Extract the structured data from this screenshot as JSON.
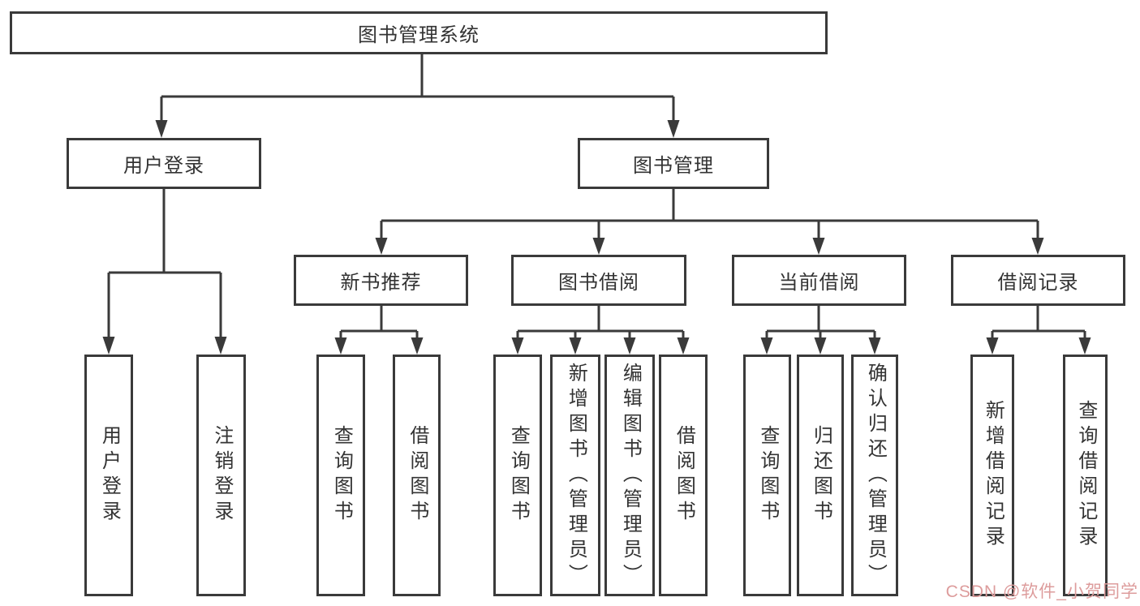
{
  "tree": {
    "root": {
      "label": "图书管理系统",
      "children": [
        {
          "label": "用户登录",
          "children": [
            {
              "label": "用户登录"
            },
            {
              "label": "注销登录"
            }
          ]
        },
        {
          "label": "图书管理",
          "children": [
            {
              "label": "新书推荐",
              "children": [
                {
                  "label": "查询图书"
                },
                {
                  "label": "借阅图书"
                }
              ]
            },
            {
              "label": "图书借阅",
              "children": [
                {
                  "label": "查询图书"
                },
                {
                  "label": "新增图书（管理员）"
                },
                {
                  "label": "编辑图书（管理员）"
                },
                {
                  "label": "借阅图书"
                }
              ]
            },
            {
              "label": "当前借阅",
              "children": [
                {
                  "label": "查询图书"
                },
                {
                  "label": "归还图书"
                },
                {
                  "label": "确认归还（管理员）"
                }
              ]
            },
            {
              "label": "借阅记录",
              "children": [
                {
                  "label": "新增借阅记录"
                },
                {
                  "label": "查询借阅记录"
                }
              ]
            }
          ]
        }
      ]
    }
  },
  "colors": {
    "line": "#3a3a3a",
    "text": "#333333",
    "watermark": "#dd9c9c"
  },
  "watermark": {
    "text": "CSDN @软件_小贺同学"
  }
}
